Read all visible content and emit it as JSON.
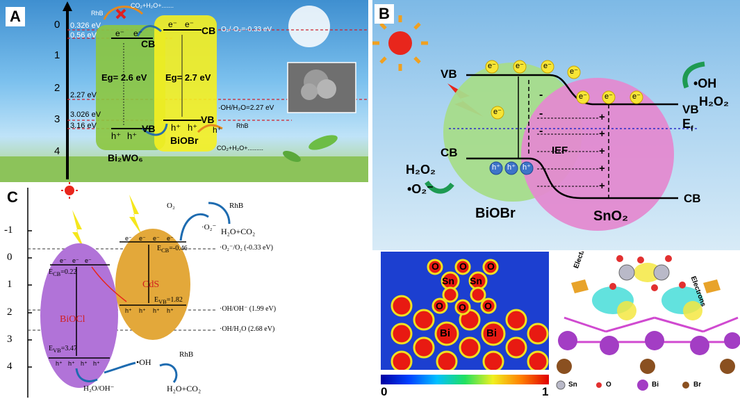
{
  "panelA": {
    "tag": "A",
    "ticks": [
      "0",
      "1",
      "2",
      "3",
      "4"
    ],
    "levels": [
      "0.326 eV",
      "0.56 eV",
      "2.27 eV",
      "3.026 eV",
      "3.16 eV"
    ],
    "cb_left": "CB",
    "vb_left": "VB",
    "cb_right": "CB",
    "vb_right": "VB",
    "e": "e⁻",
    "h": "h⁺",
    "eg_left": "Eg= 2.6 eV",
    "eg_right": "Eg= 2.7 eV",
    "mat_left": "Bi₂WO₆",
    "mat_right": "BiOBr",
    "o2_level": "O₂/·O₂=-0.33 eV",
    "oh_level": "·OH/H₂O=2.27 eV",
    "rhb_top": "RhB",
    "co2_top": "CO₂+H₂O+.......",
    "rhb_bot": "RhB",
    "co2_bot": "CO₂+H₂O+.........",
    "colors": {
      "green": "#8cc63f",
      "yellow": "#f5f020"
    }
  },
  "panelB": {
    "tag": "B",
    "vb_left": "VB",
    "cb_left": "CB",
    "vb_right": "VB",
    "cb_right": "CB",
    "e": "e⁻",
    "h": "h⁺",
    "oh": "•OH",
    "h2o2_right": "H₂O₂",
    "h2o2_left": "H₂O₂",
    "o2": "•O₂⁻",
    "ef": "E",
    "ef_sub": "f",
    "ief": "IEF",
    "plus": "+",
    "minus": "-",
    "mat_left": "BiOBr",
    "mat_right": "SnO₂",
    "map_labels": {
      "o": "O",
      "sn": "Sn",
      "bi": "Bi"
    },
    "colorbar": {
      "min": "0",
      "max": "1"
    },
    "struct_labels": {
      "electrons": "Electrons",
      "sn": "Sn",
      "o": "O",
      "bi": "Bi",
      "br": "Br"
    }
  },
  "panelC": {
    "tag": "C",
    "ticks": [
      "-1",
      "0",
      "1",
      "2",
      "3",
      "4"
    ],
    "mat_left": "BiOCl",
    "mat_right": "CdS",
    "ecb_left": "E",
    "ecb_left_sub": "CB",
    "ecb_left_val": "=0.22",
    "evb_left": "E",
    "evb_left_sub": "VB",
    "evb_left_val": "=3.47",
    "ecb_right": "E",
    "ecb_right_sub": "CB",
    "ecb_right_val": "=-0.46",
    "evb_right": "E",
    "evb_right_sub": "VB",
    "evb_right_val": "=1.82",
    "o2_level": "·O₂⁻/O₂ (-0.33 eV)",
    "oh1_level": "·OH/OH⁻ (1.99 eV)",
    "oh2_level": "·OH/H₂O (2.68 eV)",
    "o2": "O₂",
    "o2rad": "·O₂⁻",
    "rhb_top": "RhB",
    "prod_top": "H₂O+CO₂",
    "oh": "•OH",
    "rhb_bot": "RhB",
    "prod_bot": "H₂O+CO₂",
    "h2o": "H₂O/OH⁻",
    "e": "e⁻",
    "h": "h⁺"
  }
}
